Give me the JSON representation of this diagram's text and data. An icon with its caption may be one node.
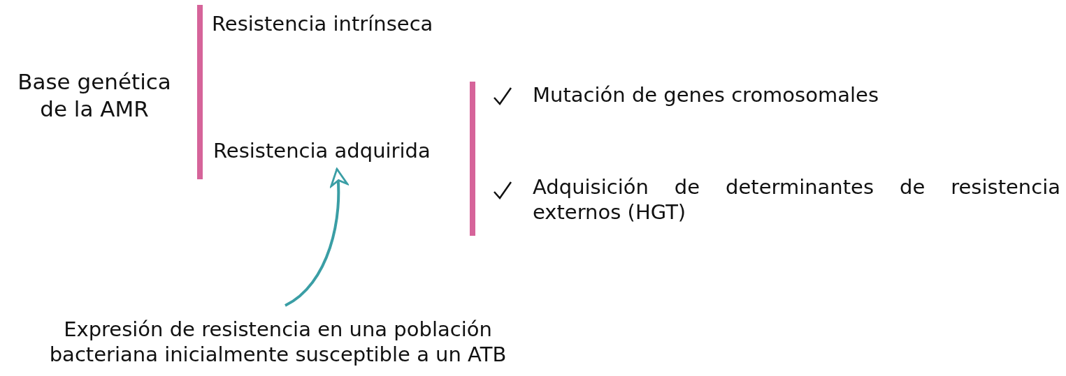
{
  "diagram": {
    "nodes": [
      {
        "text": [
          "Base genética de la AMR"
        ]
      },
      {
        "text": [
          "Resistencia intrínseca"
        ]
      },
      {
        "text": [
          "Resistencia adquirida"
        ]
      },
      {
        "text": [
          "Mutación de genes cromosomales"
        ]
      },
      {
        "text": [
          "Adquisición de determinantes de resistencia externos (HGT)"
        ]
      },
      {
        "text": [
          "Expresión de resistencia en una población bacteriana inicialmente susceptible a un ATB"
        ]
      }
    ],
    "edges": [
      {
        "from": 5,
        "to": 2,
        "arrow": "to",
        "color": "#3a9ea5"
      }
    ]
  }
}
